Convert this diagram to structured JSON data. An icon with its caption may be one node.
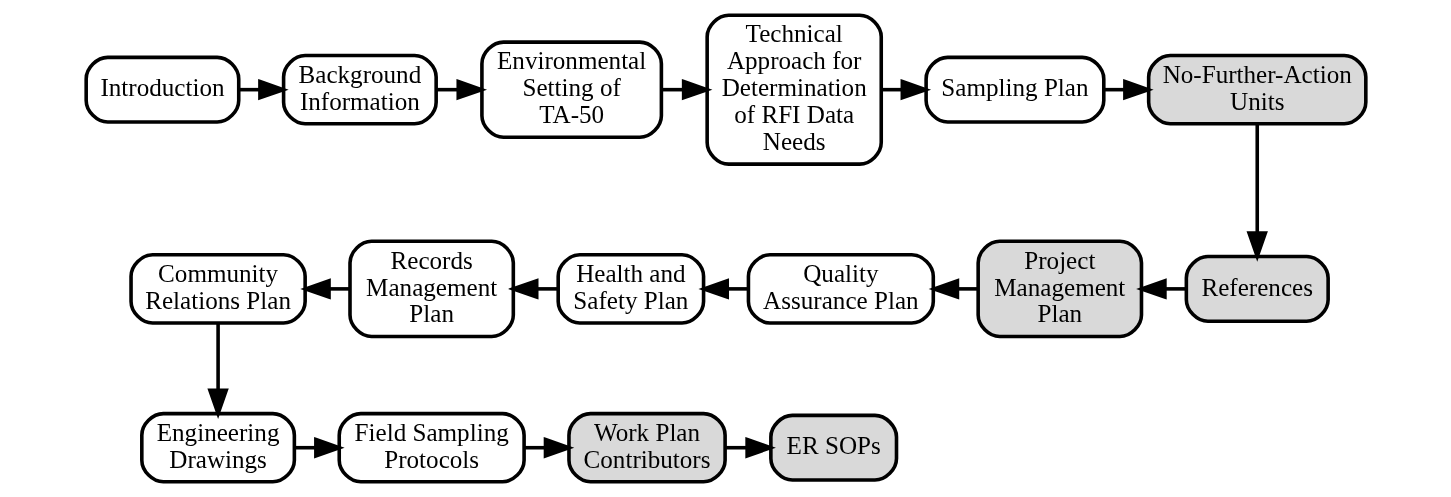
{
  "diagram": {
    "nodes": [
      {
        "text": [
          "Introduction"
        ]
      },
      {
        "text": [
          "Background Information"
        ]
      },
      {
        "text": [
          "Environmental Setting of TA-50"
        ]
      },
      {
        "text": [
          "Technical Approach for Determination of RFI Data Needs"
        ]
      },
      {
        "text": [
          "Sampling Plan"
        ]
      },
      {
        "text": [
          "No-Further-Action Units"
        ]
      },
      {
        "text": [
          "Community Relations Plan"
        ]
      },
      {
        "text": [
          "Records Management Plan"
        ]
      },
      {
        "text": [
          "Health and Safety Plan"
        ]
      },
      {
        "text": [
          "Quality Assurance Plan"
        ]
      },
      {
        "text": [
          "Project Management Plan"
        ]
      },
      {
        "text": [
          "References"
        ]
      },
      {
        "text": [
          "Engineering Drawings"
        ]
      },
      {
        "text": [
          "Field Sampling Protocols"
        ]
      },
      {
        "text": [
          "Work Plan Contributors"
        ]
      },
      {
        "text": [
          "ER SOPs"
        ]
      }
    ],
    "edges": [
      {
        "from": 0,
        "to": 1,
        "arrow": "to"
      },
      {
        "from": 1,
        "to": 2,
        "arrow": "to"
      },
      {
        "from": 2,
        "to": 3,
        "arrow": "to"
      },
      {
        "from": 3,
        "to": 4,
        "arrow": "to"
      },
      {
        "from": 4,
        "to": 5,
        "arrow": "to"
      },
      {
        "from": 5,
        "to": 11,
        "arrow": "to"
      },
      {
        "from": 11,
        "to": 10,
        "arrow": "to"
      },
      {
        "from": 10,
        "to": 9,
        "arrow": "to"
      },
      {
        "from": 9,
        "to": 8,
        "arrow": "to"
      },
      {
        "from": 8,
        "to": 7,
        "arrow": "to"
      },
      {
        "from": 7,
        "to": 6,
        "arrow": "to"
      },
      {
        "from": 6,
        "to": 12,
        "arrow": "to"
      },
      {
        "from": 12,
        "to": 13,
        "arrow": "to"
      },
      {
        "from": 13,
        "to": 14,
        "arrow": "to"
      },
      {
        "from": 14,
        "to": 15,
        "arrow": "to"
      }
    ]
  }
}
